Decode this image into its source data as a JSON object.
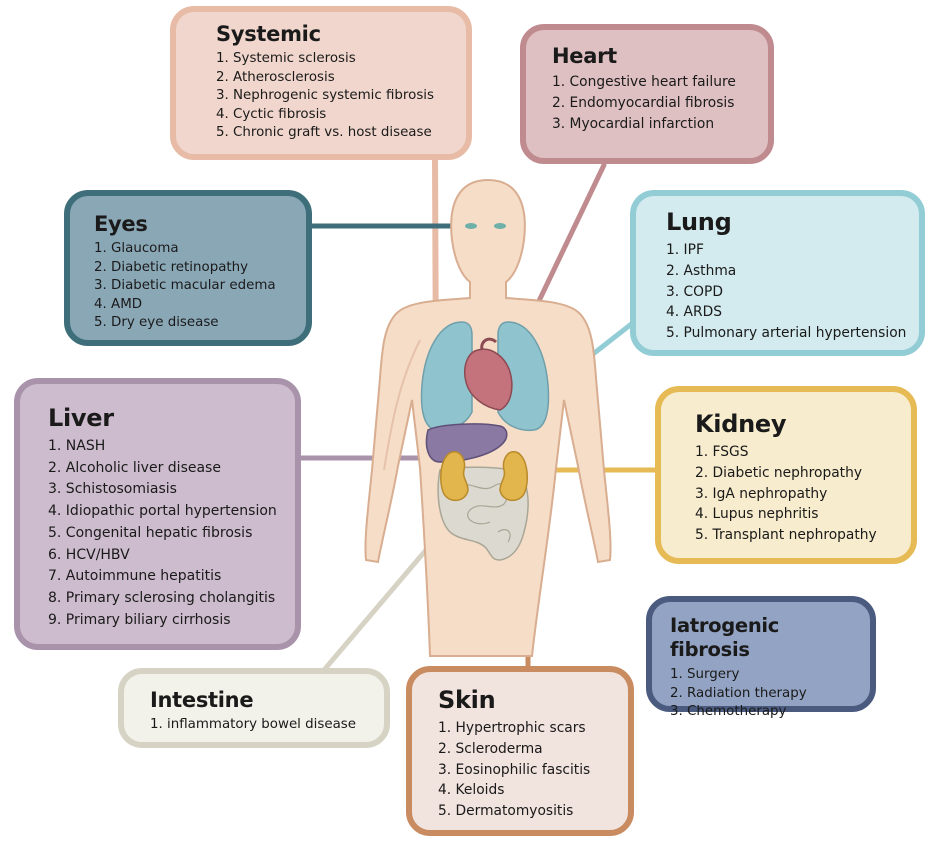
{
  "boxes": {
    "systemic": {
      "title": "Systemic",
      "items": [
        "1. Systemic sclerosis",
        "2. Atherosclerosis",
        "3. Nephrogenic systemic fibrosis",
        "4. Cyctic fibrosis",
        "5. Chronic graft vs. host disease"
      ],
      "fill": "#f0d6cc",
      "border": "#e8bba6"
    },
    "heart": {
      "title": "Heart",
      "items": [
        "1. Congestive heart failure",
        "2. Endomyocardial fibrosis",
        "3. Myocardial infarction"
      ],
      "fill": "#dfc0c2",
      "border": "#c08b8f"
    },
    "eyes": {
      "title": "Eyes",
      "items": [
        "1. Glaucoma",
        "2. Diabetic retinopathy",
        "3. Diabetic macular edema",
        "4. AMD",
        "5. Dry eye disease"
      ],
      "fill": "#8aa7b6",
      "border": "#3d6e7a"
    },
    "lung": {
      "title": "Lung",
      "items": [
        "1. IPF",
        "2. Asthma",
        "3. COPD",
        "4. ARDS",
        "5. Pulmonary arterial hypertension"
      ],
      "fill": "#d3ebee",
      "border": "#92cdd6"
    },
    "liver": {
      "title": "Liver",
      "items": [
        "1. NASH",
        "2. Alcoholic liver disease",
        "3. Schistosomiasis",
        "4. Idiopathic portal hypertension",
        "5. Congenital hepatic fibrosis",
        "6. HCV/HBV",
        "7. Autoimmune hepatitis",
        "8. Primary sclerosing cholangitis",
        "9. Primary biliary cirrhosis"
      ],
      "fill": "#cdbccd",
      "border": "#a893ab"
    },
    "kidney": {
      "title": "Kidney",
      "items": [
        "1. FSGS",
        "2. Diabetic nephropathy",
        "3. IgA nephropathy",
        "4. Lupus nephritis",
        "5. Transplant nephropathy"
      ],
      "fill": "#f7eccd",
      "border": "#e6bb55"
    },
    "iatrogenic": {
      "title": "Iatrogenic fibrosis",
      "items": [
        "1. Surgery",
        "2. Radiation therapy",
        "3. Chemotherapy"
      ],
      "fill": "#93a3c3",
      "border": "#4b5b80"
    },
    "intestine": {
      "title": "Intestine",
      "items": [
        "1. inflammatory bowel disease"
      ],
      "fill": "#f2f1ea",
      "border": "#d6d3c4"
    },
    "skin": {
      "title": "Skin",
      "items": [
        "1. Hypertrophic scars",
        "2. Scleroderma",
        "3. Eosinophilic fascitis",
        "4. Keloids",
        "5. Dermatomyositis"
      ],
      "fill": "#f1e3de",
      "border": "#c98b60"
    }
  },
  "colors": {
    "body_fill": "#f5ddc8",
    "body_stroke": "#d8ad90",
    "lung": "#8fc3cd",
    "heart": "#c4727c",
    "liver": "#8a7aa3",
    "kidney": "#e3b54d",
    "intestine": "#dcdad0"
  }
}
